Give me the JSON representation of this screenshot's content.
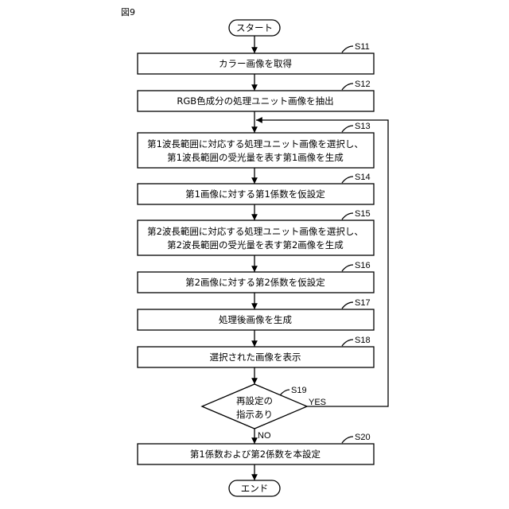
{
  "figure_label": "図9",
  "start": {
    "text": "スタート"
  },
  "end": {
    "text": "エンド"
  },
  "steps": [
    {
      "id": "S11",
      "lines": [
        "カラー画像を取得"
      ]
    },
    {
      "id": "S12",
      "lines": [
        "RGB色成分の処理ユニット画像を抽出"
      ]
    },
    {
      "id": "S13",
      "lines": [
        "第1波長範囲に対応する処理ユニット画像を選択し、",
        "第1波長範囲の受光量を表す第1画像を生成"
      ]
    },
    {
      "id": "S14",
      "lines": [
        "第1画像に対する第1係数を仮設定"
      ]
    },
    {
      "id": "S15",
      "lines": [
        "第2波長範囲に対応する処理ユニット画像を選択し、",
        "第2波長範囲の受光量を表す第2画像を生成"
      ]
    },
    {
      "id": "S16",
      "lines": [
        "第2画像に対する第2係数を仮設定"
      ]
    },
    {
      "id": "S17",
      "lines": [
        "処理後画像を生成"
      ]
    },
    {
      "id": "S18",
      "lines": [
        "選択された画像を表示"
      ]
    }
  ],
  "decision": {
    "id": "S19",
    "lines": [
      "再設定の",
      "指示あり"
    ],
    "yes_label": "YES",
    "no_label": "NO"
  },
  "final_step": {
    "id": "S20",
    "lines": [
      "第1係数および第2係数を本設定"
    ]
  }
}
